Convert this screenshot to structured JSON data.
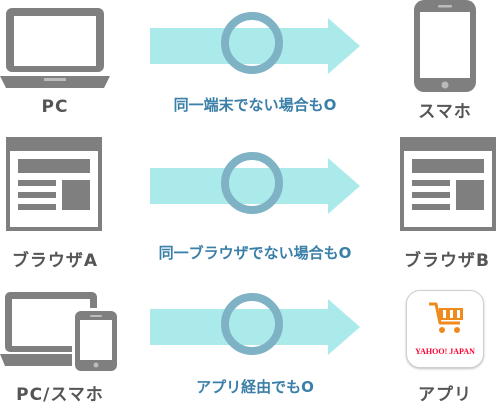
{
  "rows": [
    {
      "left_label": "PC",
      "left_icon": "laptop-icon",
      "right_label": "スマホ",
      "right_icon": "smartphone-icon",
      "middle_label": "同一端末でない場合もO"
    },
    {
      "left_label": "ブラウザA",
      "left_icon": "browser-window-icon",
      "right_label": "ブラウザB",
      "right_icon": "browser-window-icon",
      "middle_label": "同一ブラウザでない場合もO"
    },
    {
      "left_label": "PC/スマホ",
      "left_icon": "laptop-and-smartphone-icon",
      "right_label": "アプリ",
      "right_icon": "yahoo-shopping-app-icon",
      "middle_label": "アプリ経由でもO"
    }
  ],
  "app_icon_text": "YAHOO! JAPAN",
  "colors": {
    "device_gray": "#7f7f7f",
    "arrow_fill": "#aaeaea",
    "ring": "#7fb2c4",
    "middle_text": "#3a7fa8",
    "label_text": "#555555",
    "app_accent": "#f08a1c",
    "app_logo_red": "#ff0033"
  }
}
